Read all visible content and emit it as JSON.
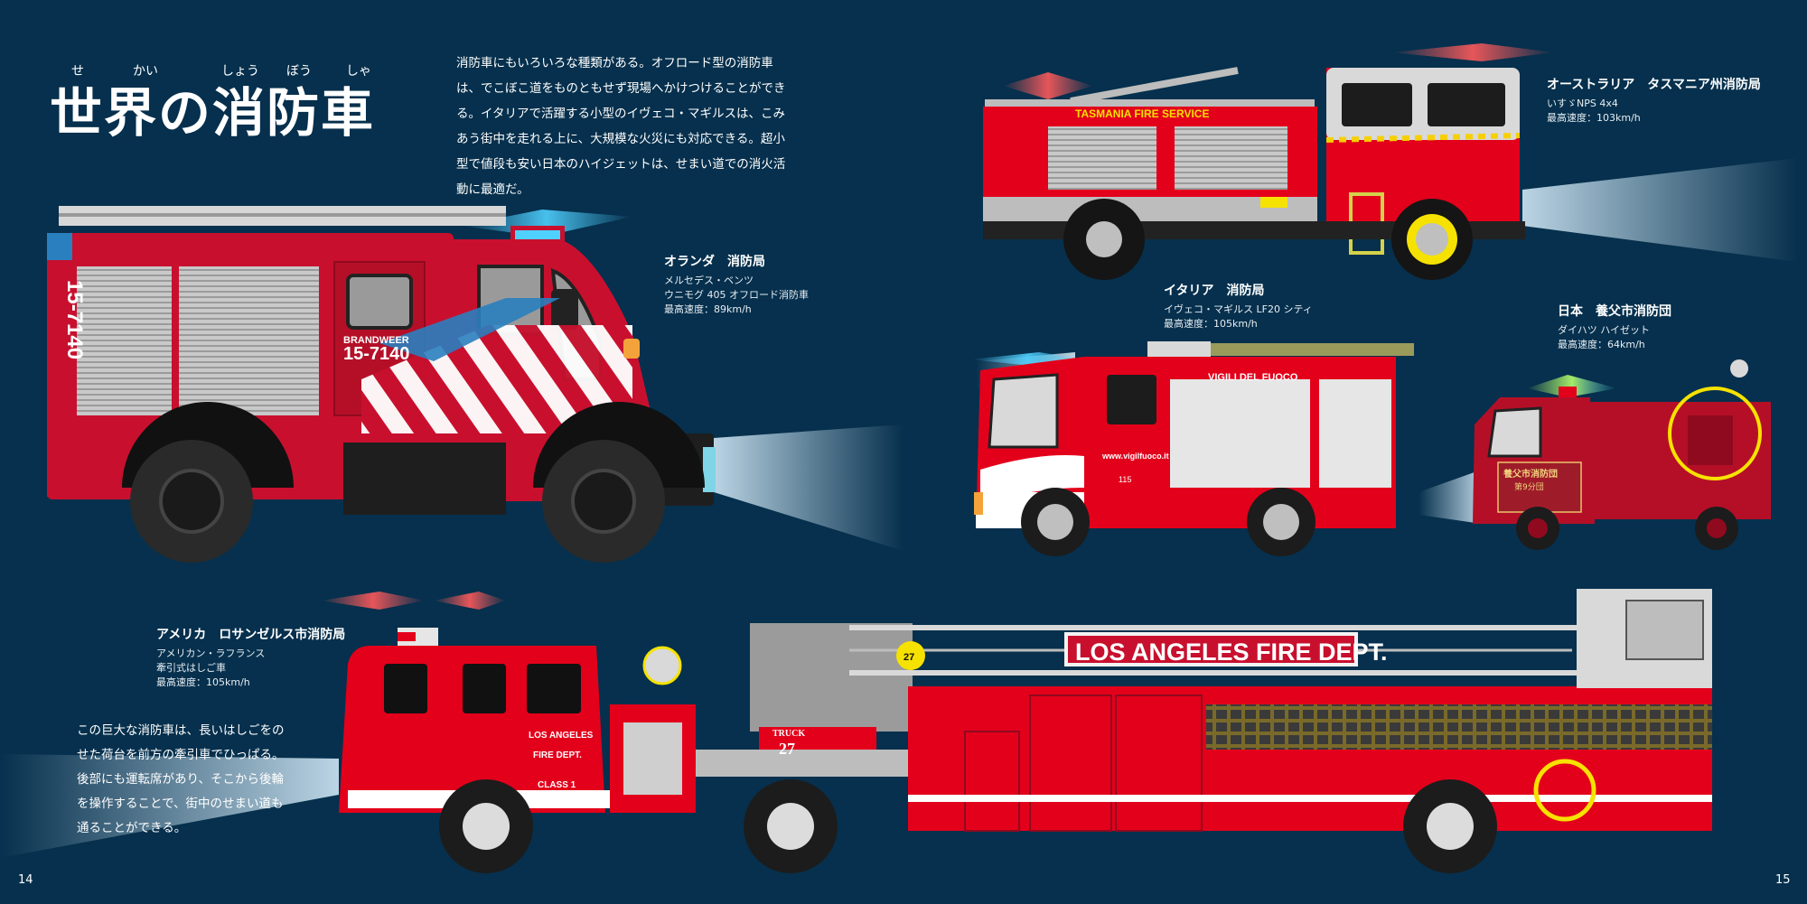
{
  "page": {
    "title": "世界の消防車",
    "title_ruby": [
      "せ",
      "かい",
      "しょう",
      "ぼう",
      "しゃ"
    ],
    "intro": "消防車にもいろいろな種類がある。オフロード型の消防車は、でこぼこ道をものともせず現場へかけつけることができる。イタリアで活躍する小型のイヴェコ・マギルスは、こみあう街中を走れる上に、大規模な火災にも対応できる。超小型で値段も安い日本のハイジェットは、せまい道での消火活動に最適だ。",
    "page_left": "14",
    "page_right": "15",
    "usa_body": "この巨大な消防車は、長いはしごをのせた荷台を前方の牽引車でひっぱる。後部にも運転席があり、そこから後輪を操作することで、街中のせまい道も通ることができる。"
  },
  "vehicles": {
    "netherlands": {
      "heading": "オランダ　消防局",
      "model": "メルセデス・ベンツ",
      "type": "ウニモグ 405 オフロード消防車",
      "speed": "最高速度：89km/h",
      "door_text": "BRANDWEER",
      "door_number": "15-7140",
      "rear_number": "15-7140"
    },
    "australia": {
      "heading": "オーストラリア　タスマニア州消防局",
      "model": "いすゞNPS 4x4",
      "speed": "最高速度：103km/h",
      "body_text": "TASMANIA   FIRE   SERVICE"
    },
    "italy": {
      "heading": "イタリア　消防局",
      "model": "イヴェコ・マギルス LF20 シティ",
      "speed": "最高速度：105km/h",
      "body_text": "VIGILI  DEL  FUOCO",
      "door_text": "www.vigilfuoco.it",
      "door_number": "115"
    },
    "japan": {
      "heading": "日本　養父市消防団",
      "model": "ダイハツ ハイゼット",
      "speed": "最高速度：64km/h",
      "door_text": "養父市消防団",
      "door_sub": "第9分団"
    },
    "usa": {
      "heading": "アメリカ　ロサンゼルス市消防局",
      "model": "アメリカン・ラフランス",
      "type": "牽引式はしご車",
      "speed": "最高速度：105km/h",
      "ladder_sign": "LOS ANGELES FIRE DEPT.",
      "cab_text1": "LOS ANGELES",
      "cab_text2": "FIRE DEPT.",
      "cab_class": "CLASS 1",
      "truck_label": "TRUCK",
      "truck_number": "27",
      "badge_number": "27"
    }
  },
  "colors": {
    "background": "#06304d",
    "fire_red": "#c8102e",
    "bright_red": "#e3001b"
  }
}
